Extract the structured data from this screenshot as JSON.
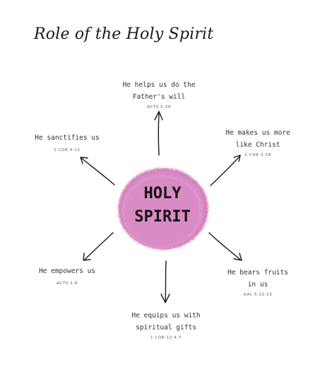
{
  "title": "Role of the Holy Spirit",
  "center": {
    "line1": "HOLY",
    "line2": "SPIRIT",
    "fill_color": "#d98bc4"
  },
  "branches": [
    {
      "line1": "He helps us do the",
      "line2": "Father's will",
      "ref": "ACTS 5:29"
    },
    {
      "line1": "He makes us more",
      "line2": "like Christ",
      "ref": "2 COR 3:18"
    },
    {
      "line1": "He bears fruits",
      "line2": "in us",
      "ref": "GAL 5:22-23"
    },
    {
      "line1": "He equips us with",
      "line2": "spiritual gifts",
      "ref": "1 COR 12:4-7"
    },
    {
      "line1": "He empowers us",
      "line2": "",
      "ref": "ACTS 1:8"
    },
    {
      "line1": "He sanctifies us",
      "line2": "",
      "ref": "1 COR 6:11"
    }
  ]
}
